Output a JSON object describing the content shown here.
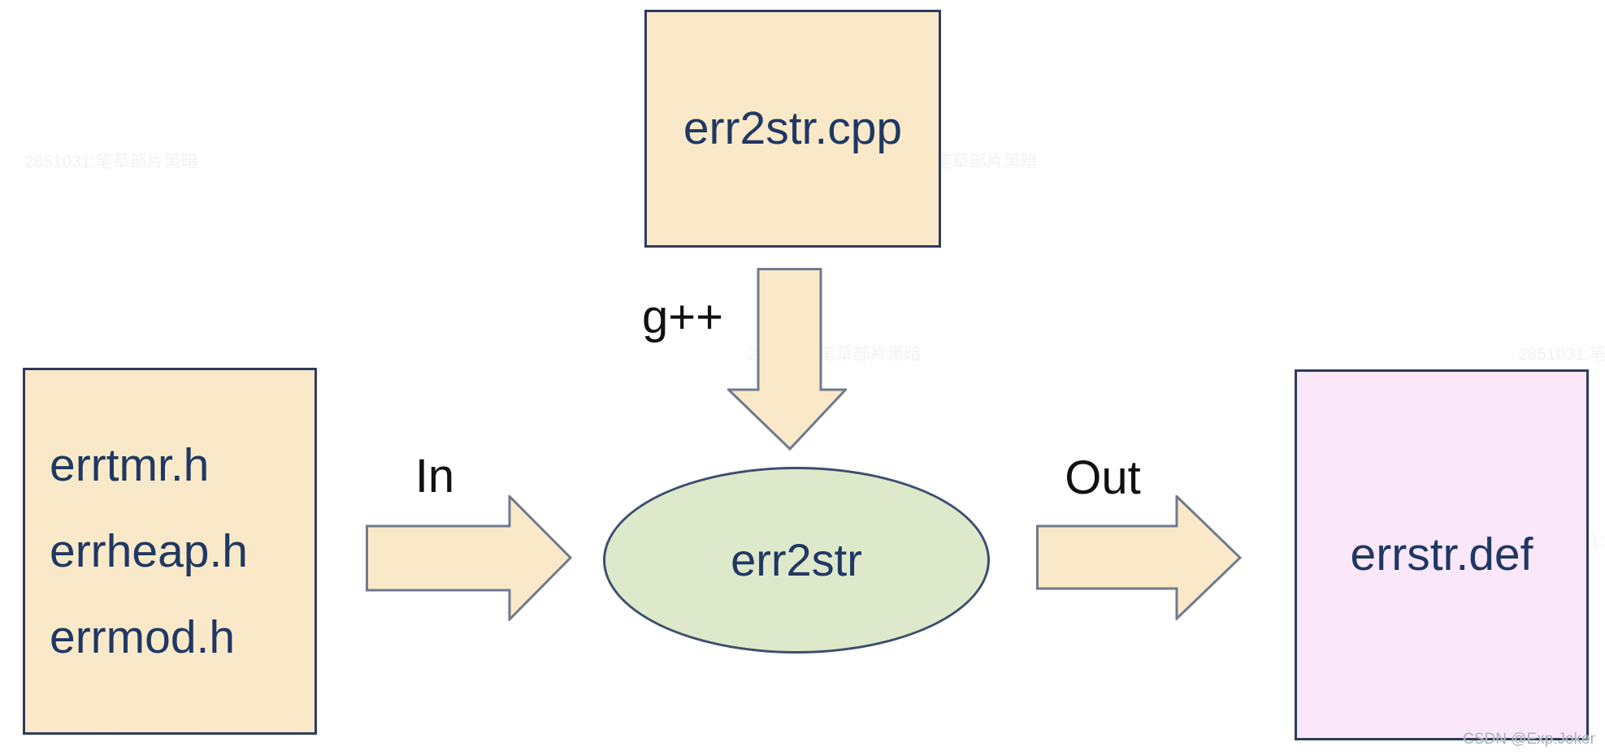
{
  "diagram": {
    "nodes": {
      "source_file": {
        "label": "err2str.cpp",
        "shape": "rectangle",
        "fill": "#FAE9C8"
      },
      "header_files": {
        "lines": [
          "errtmr.h",
          "errheap.h",
          "errmod.h"
        ],
        "shape": "rectangle",
        "fill": "#FAE9C8"
      },
      "tool": {
        "label": "err2str",
        "shape": "ellipse",
        "fill": "#DDE9CA"
      },
      "output_file": {
        "label": "errstr.def",
        "shape": "rectangle",
        "fill": "#FBE7FA"
      }
    },
    "edges": {
      "compile": {
        "label": "g++",
        "direction": "down",
        "arrow_icon": "block-arrow-down"
      },
      "input": {
        "label": "In",
        "direction": "right",
        "arrow_icon": "block-arrow-right"
      },
      "output": {
        "label": "Out",
        "direction": "right",
        "arrow_icon": "block-arrow-right"
      }
    },
    "colors": {
      "node_fill_cream": "#FAE9C8",
      "node_fill_green": "#DDE9CA",
      "node_fill_pink": "#FBE7FA",
      "node_border": "#2E3B5E",
      "ellipse_border": "#3E4E6E",
      "arrow_fill": "#FAE9C8",
      "arrow_border": "#6E7A8F",
      "node_text": "#1F3864",
      "edge_text": "#111111",
      "background": "#FFFFFF"
    }
  },
  "watermarks": {
    "tile_text": "2851031:笔草部片黑暗",
    "signature": "CSDN @Exp.Joker"
  }
}
